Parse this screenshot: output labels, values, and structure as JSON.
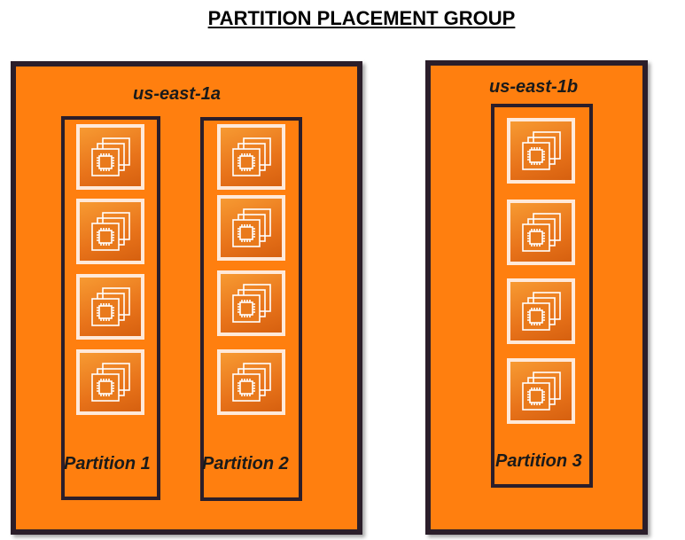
{
  "title": "PARTITION PLACEMENT GROUP",
  "zones": [
    {
      "label": "us-east-1a",
      "partitions": [
        {
          "label": "Partition 1",
          "instances": 4
        },
        {
          "label": "Partition 2",
          "instances": 4
        }
      ]
    },
    {
      "label": "us-east-1b",
      "partitions": [
        {
          "label": "Partition 3",
          "instances": 4
        }
      ]
    }
  ],
  "instance_icon": "ec2-instance-icon",
  "colors": {
    "zone_fill": "#ff7f0f",
    "border": "#2b1e2a",
    "icon_gradient_top": "#f79a32",
    "icon_gradient_bottom": "#d6600f"
  }
}
